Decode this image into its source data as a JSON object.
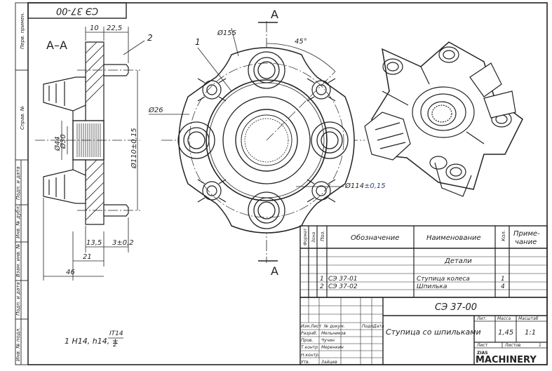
{
  "doc": {
    "stamp_code": "СЭ 37-00",
    "section_label": "А–А",
    "cut_label": "А",
    "note": "1 H14, h14, ±",
    "note_frac_num": "IT14",
    "note_frac_den": "2"
  },
  "dims": {
    "d10": "10",
    "d225": "22,5",
    "d44": "Ø44",
    "d30": "Ø30",
    "d110": "Ø110±0,15",
    "d135": "13,5",
    "d3": "3±0,2",
    "d21": "21",
    "d46": "46",
    "d155": "Ø155",
    "d26": "Ø26",
    "d114_base": "Ø114",
    "d114_tol": "±0,15",
    "angle": "45°",
    "lead1": "1",
    "lead2": "2"
  },
  "side_columns": [
    "Перв. примен.",
    "Справ. №",
    "Подп. и дата",
    "Инв. № дубл.",
    "Взам. инв. №",
    "Подп. и дата",
    "Инв. № подл."
  ],
  "spec": {
    "headers": {
      "format": "Формат",
      "zone": "Зона",
      "pos": "Поз.",
      "designation": "Обозначение",
      "name": "Наименование",
      "qty": "Кол.",
      "note_l1": "Приме-",
      "note_l2": "чание"
    },
    "section": "Детали",
    "rows": [
      {
        "pos": "1",
        "designation": "СЭ 37-01",
        "name": "Ступица колеса",
        "qty": "1"
      },
      {
        "pos": "2",
        "designation": "СЭ 37-02",
        "name": "Шпилька",
        "qty": "4"
      }
    ]
  },
  "title_block": {
    "code": "СЭ 37-00",
    "title": "Ступица со шпильками",
    "lit_label": "Лит.",
    "mass_label": "Масса",
    "scale_label": "Масштаб",
    "mass": "1,45",
    "scale": "1:1",
    "sheet_label": "Лист",
    "sheets_label": "Листов",
    "sheets": "1",
    "col_izm": "Изм.",
    "col_list": "Лист",
    "col_doc": "№ докум.",
    "col_sign": "Подп.",
    "col_date": "Дата",
    "role_1": "Разраб.",
    "name_1": "Мельников",
    "role_2": "Пров.",
    "name_2": "Чучин",
    "role_3": "Т.контр.",
    "name_3": "Меренкин",
    "role_4": "Н.контр.",
    "role_5": "Утв.",
    "name_5": "Зайцев"
  },
  "watermark": {
    "small": "ZIAS",
    "big": "MACHINERY"
  }
}
